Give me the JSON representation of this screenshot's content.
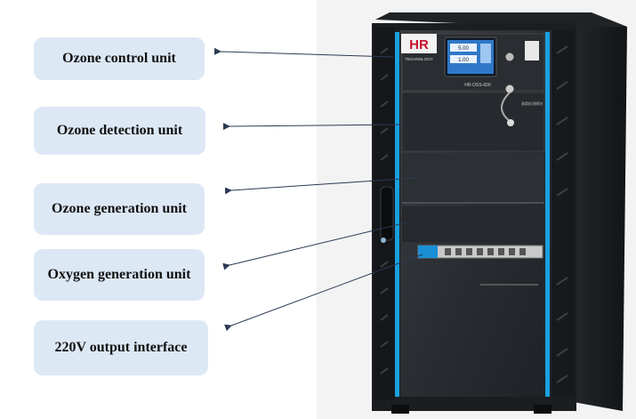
{
  "labels": {
    "control": "Ozone control unit",
    "detection": "Ozone detection unit",
    "generation": "Ozone generation unit",
    "oxygen": "Oxygen generation unit",
    "output": "220V output interface"
  },
  "cabinet": {
    "brand_mark": "HR",
    "brand_sub": "TECHNOLOGY",
    "screen_row1": "5.00",
    "screen_row2": "1.00",
    "model": "HR-OSS-600",
    "panel_caption": "臭氧检测模块"
  },
  "colors": {
    "label_bg": "#dde8f5",
    "cabinet": "#1b1d20",
    "accent_strip": "#1aa0e0",
    "arrow": "#2b3a55"
  }
}
